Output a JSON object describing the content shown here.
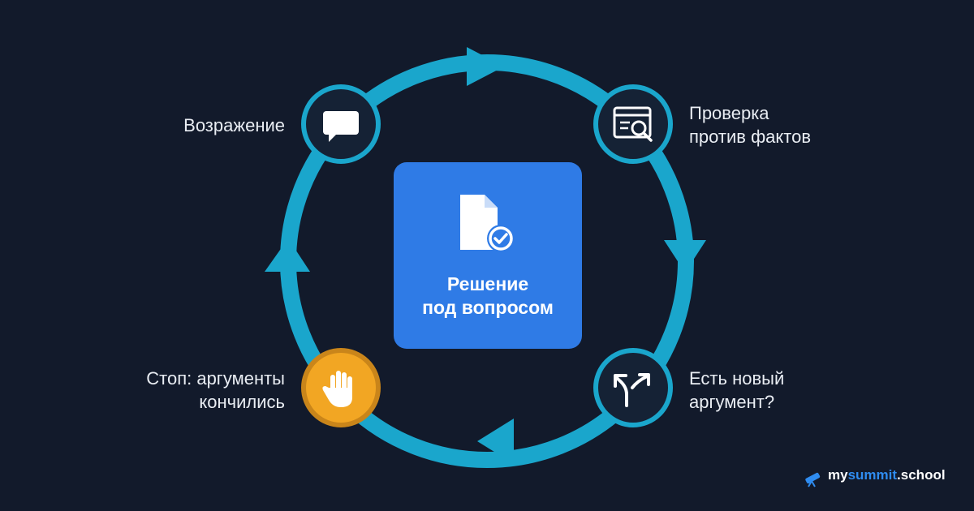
{
  "center": {
    "title": "Решение\nпод вопросом",
    "icon": "document-check-icon"
  },
  "nodes": [
    {
      "id": "objection",
      "label": "Возражение",
      "icon": "speech-bubble-icon",
      "highlight": false
    },
    {
      "id": "fact-check",
      "label": "Проверка\nпротив фактов",
      "icon": "search-document-icon",
      "highlight": false
    },
    {
      "id": "new-argument",
      "label": "Есть новый\nаргумент?",
      "icon": "fork-arrows-icon",
      "highlight": false
    },
    {
      "id": "stop",
      "label": "Стоп: аргументы\nкончились",
      "icon": "stop-hand-icon",
      "highlight": true
    }
  ],
  "brand": {
    "part1": "my",
    "part2": "summit",
    "part3": ".school",
    "icon": "telescope-icon"
  },
  "colors": {
    "background": "#121a2b",
    "cycle": "#1aa6cc",
    "node_fill": "#152235",
    "center_fill": "#2f7be6",
    "stop_fill": "#f2a623",
    "stop_ring": "#c9851a"
  }
}
